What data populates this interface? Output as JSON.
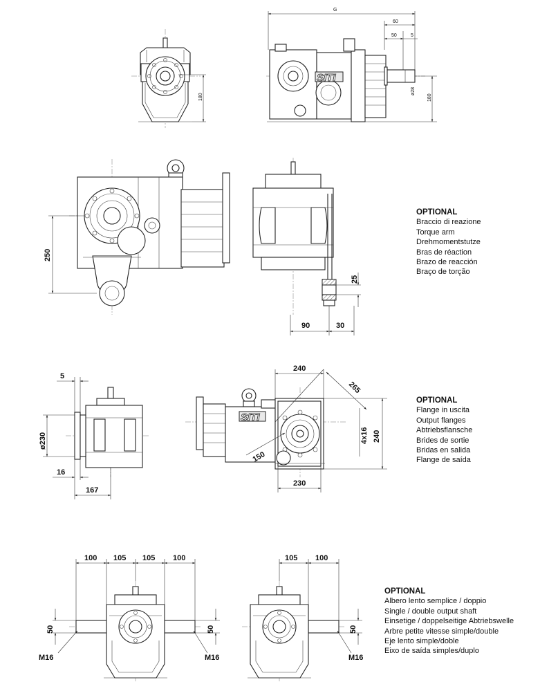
{
  "dimensions": {
    "top_height": "180",
    "top_side_height": "180",
    "top_total": "G",
    "top_60": "60",
    "top_50": "50",
    "top_5": "5",
    "top_shaft_dia": "ø28",
    "arm_height": "250",
    "arm_25": "25",
    "arm_90": "90",
    "arm_30": "30",
    "fl_5": "5",
    "fl_dia": "ø230",
    "fl_16": "16",
    "fl_167": "167",
    "fl_240_top": "240",
    "fl_265": "265",
    "fl_holes": "4x16",
    "fl_240_side": "240",
    "fl_150": "150",
    "fl_230": "230",
    "sh_100a": "100",
    "sh_105a": "105",
    "sh_105b": "105",
    "sh_100b": "100",
    "sh_50a": "50",
    "sh_50b": "50",
    "sh_m16a": "M16",
    "sh_m16b": "M16",
    "sh2_105": "105",
    "sh2_100": "100",
    "sh2_50": "50",
    "sh2_m16": "M16"
  },
  "logo": "SITI",
  "optional_blocks": [
    {
      "title": "OPTIONAL",
      "lines": [
        "Braccio di reazione",
        "Torque arm",
        "Drehmomentstutze",
        "Bras de réaction",
        "Brazo de reacción",
        "Braço de torção"
      ]
    },
    {
      "title": "OPTIONAL",
      "lines": [
        "Flange in uscita",
        "Output flanges",
        "Abtriebsflansche",
        "Brides de sortie",
        "Bridas en salida",
        "Flange de saída"
      ]
    },
    {
      "title": "OPTIONAL",
      "lines": [
        "Albero lento semplice / doppio",
        "Single / double output shaft",
        "Einsetige / doppelseitige Abtriebswelle",
        "Arbre petite vitesse simple/double",
        "Eje lento simple/doble",
        "Eixo de saída simples/duplo"
      ]
    }
  ]
}
